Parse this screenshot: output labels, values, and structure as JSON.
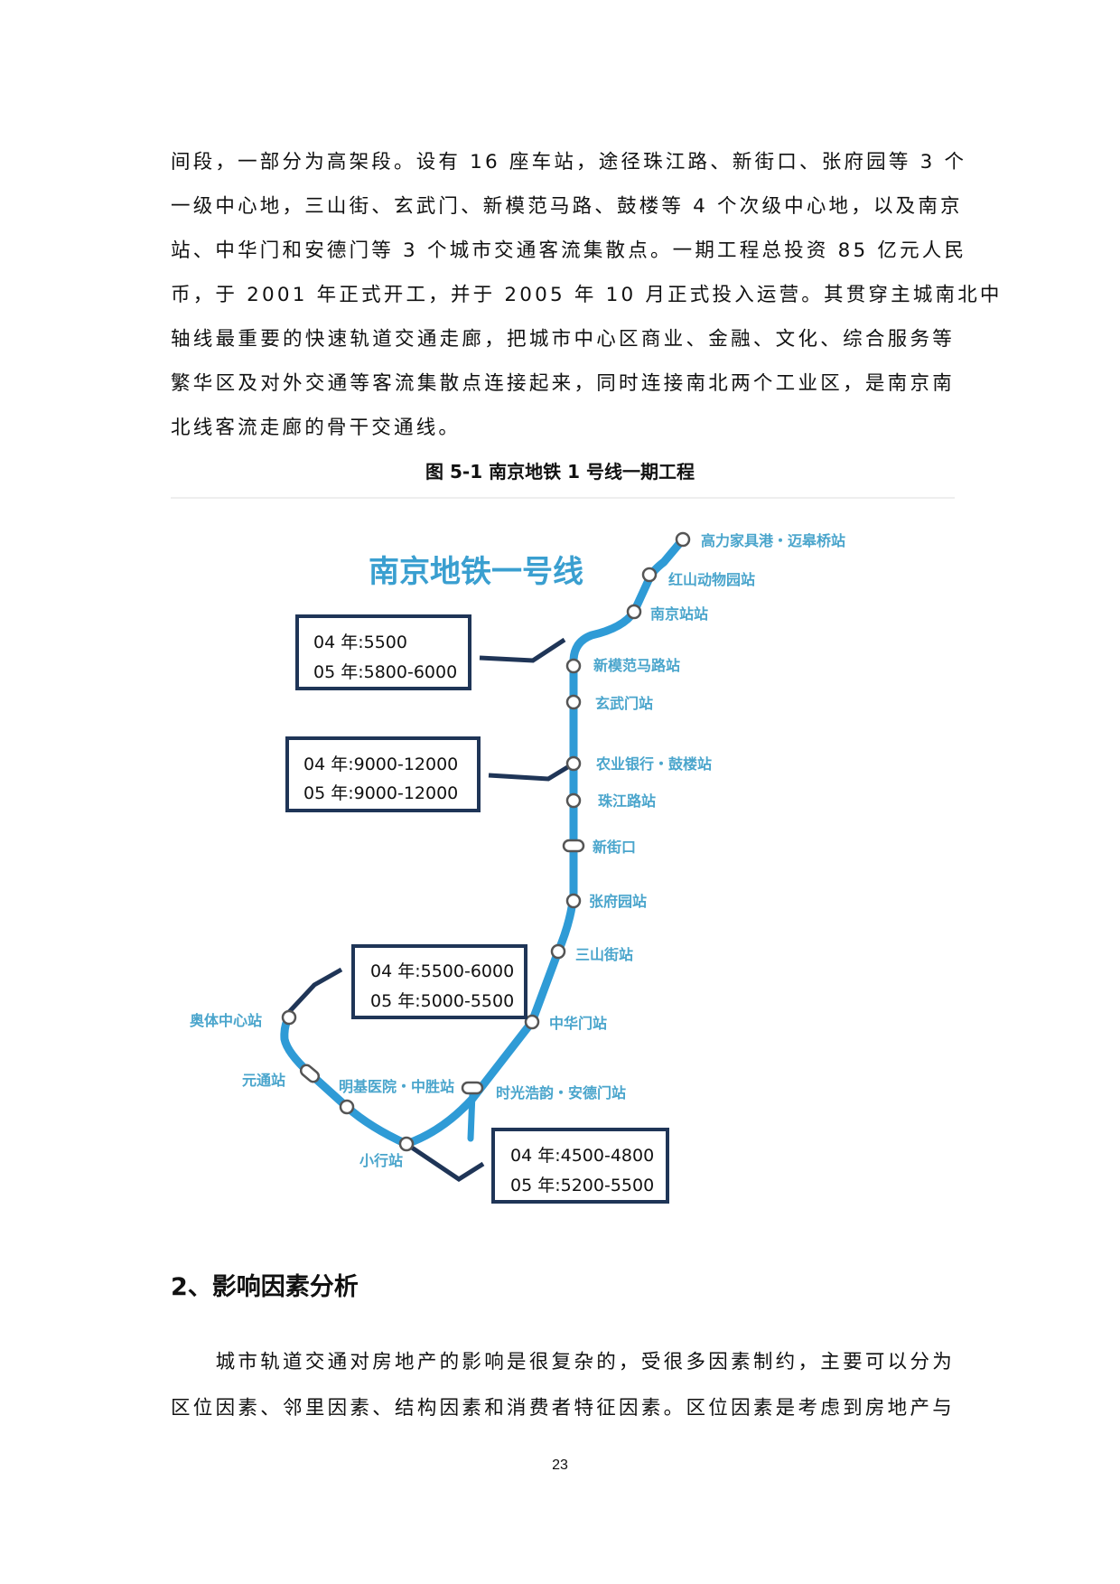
{
  "paragraph1": [
    "间段，一部分为高架段。设有 16 座车站，途径珠江路、新街口、张府园等 3 个",
    "一级中心地，三山街、玄武门、新模范马路、鼓楼等 4 个次级中心地，以及南京",
    "站、中华门和安德门等 3 个城市交通客流集散点。一期工程总投资 85 亿元人民",
    "币，于 2001 年正式开工，并于 2005 年 10 月正式投入运营。其贯穿主城南北中",
    "轴线最重要的快速轨道交通走廊，把城市中心区商业、金融、文化、综合服务等",
    "繁华区及对外交通等客流集散点连接起来，同时连接南北两个工业区，是南京南",
    "北线客流走廊的骨干交通线。"
  ],
  "figure": {
    "caption": "图 5-1 南京地铁 1 号线一期工程",
    "map_title": "南京地铁一号线",
    "line_color": "#2f9bd6",
    "stations": [
      "高力家具港・迈皋桥站",
      "红山动物园站",
      "南京站站",
      "新模范马路站",
      "玄武门站",
      "农业银行・鼓楼站",
      "珠江路站",
      "新街口",
      "张府园站",
      "三山街站",
      "中华门站",
      "时光浩韵・安德门站",
      "小行站",
      "明基医院・中胜站",
      "元通站",
      "奥体中心站"
    ],
    "callouts": [
      {
        "line1": "04 年:5500",
        "line2": "05 年:5800-6000"
      },
      {
        "line1": "04 年:9000-12000",
        "line2": "05 年:9000-12000"
      },
      {
        "line1": "04 年:5500-6000",
        "line2": "05 年:5000-5500"
      },
      {
        "line1": "04 年:4500-4800",
        "line2": "05 年:5200-5500"
      }
    ]
  },
  "section_heading": "2、影响因素分析",
  "paragraph2": [
    "　　城市轨道交通对房地产的影响是很复杂的，受很多因素制约，主要可以分为",
    "区位因素、邻里因素、结构因素和消费者特征因素。区位因素是考虑到房地产与"
  ],
  "page_number": "23"
}
